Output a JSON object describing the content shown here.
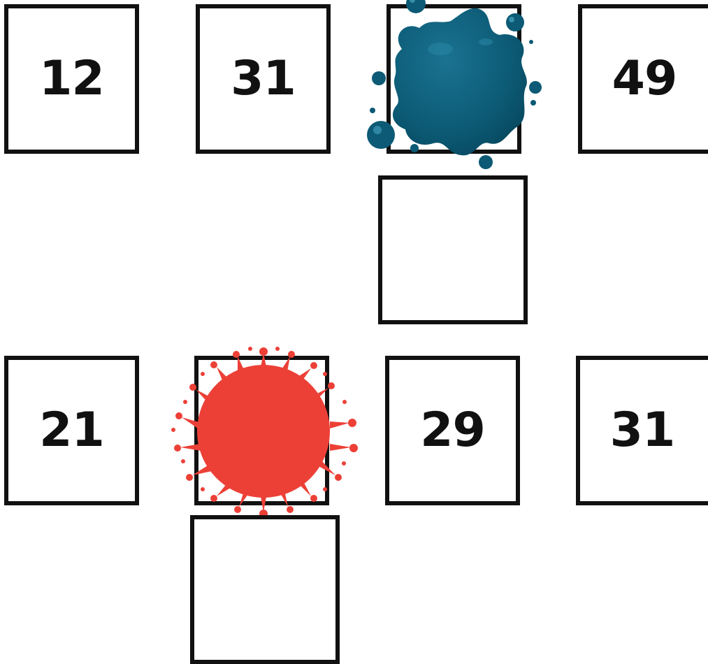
{
  "puzzle": {
    "row1": {
      "box1": "12",
      "box2": "31",
      "box3": "",
      "box4": "49",
      "answer_box": ""
    },
    "row2": {
      "box1": "21",
      "box2": "",
      "box3": "29",
      "box4": "31",
      "answer_box": ""
    }
  },
  "colors": {
    "box_border": "#111111",
    "blue_splat": "#0c5a75",
    "red_splat": "#ec4037"
  },
  "icons": {
    "blue_splat": "blue-paint-splat-icon",
    "red_splat": "red-paint-splat-icon"
  }
}
